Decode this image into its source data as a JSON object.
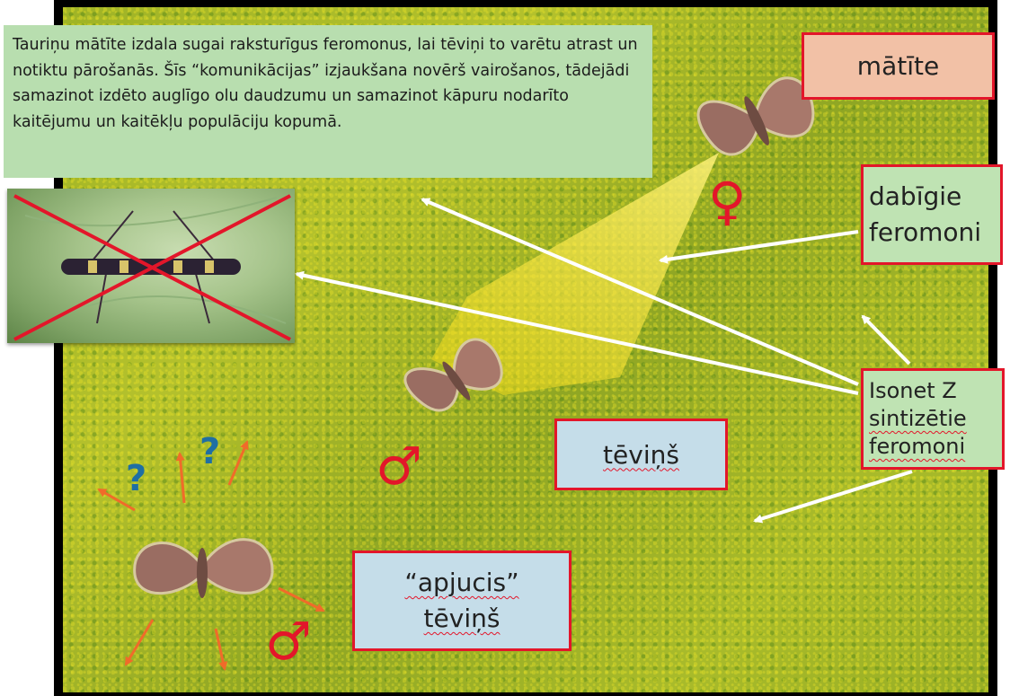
{
  "info_text": "Tauriņu mātīte izdala sugai raksturīgus feromonus, lai tēviņi to varētu atrast un notiktu pārošanās. Šīs “komunikācijas” izjaukšana novērš vairošanos, tādejādi samazinot izdēto auglīgo olu daudzumu un samazinot kāpuru nodarīto kaitējumu un kaitēkļu populāciju kopumā.",
  "labels": {
    "female": "mātīte",
    "natural_line1": "dabīgie",
    "natural_line2": "feromoni",
    "synthetic_line1": "Isonet Z",
    "synthetic_line2": "sintizētie",
    "synthetic_line3": "feromoni",
    "male": "tēviņš",
    "confused_line1": "“apjucis”",
    "confused_line2": "tēviņš"
  },
  "symbols": {
    "female": "♀",
    "male": "♂",
    "question": "?"
  },
  "colors": {
    "label_border": "#e3162a",
    "pheromone_cone": "#ffe81a",
    "arrows": "#ffffff",
    "confusion_arrows": "#f06b2a",
    "question_marks": "#1f6fa3"
  }
}
